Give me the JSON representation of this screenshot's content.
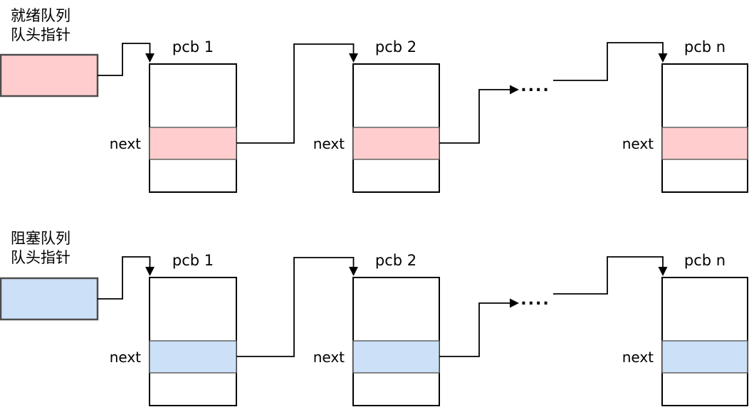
{
  "colors": {
    "ready_fill": "#ffcdcd",
    "blocked_fill": "#cce0f8",
    "box_stroke": "#000000",
    "band_stroke": "#595959",
    "pointer_stroke": "#4d4d4d"
  },
  "ready_queue": {
    "label_line1": "就绪队列",
    "label_line2": "队头指针",
    "ellipsis": "....",
    "nodes": [
      {
        "title": "pcb 1",
        "next_label": "next"
      },
      {
        "title": "pcb 2",
        "next_label": "next"
      },
      {
        "title": "pcb n",
        "next_label": "next"
      }
    ]
  },
  "blocked_queue": {
    "label_line1": "阻塞队列",
    "label_line2": "队头指针",
    "ellipsis": "....",
    "nodes": [
      {
        "title": "pcb 1",
        "next_label": "next"
      },
      {
        "title": "pcb 2",
        "next_label": "next"
      },
      {
        "title": "pcb n",
        "next_label": "next"
      }
    ]
  }
}
